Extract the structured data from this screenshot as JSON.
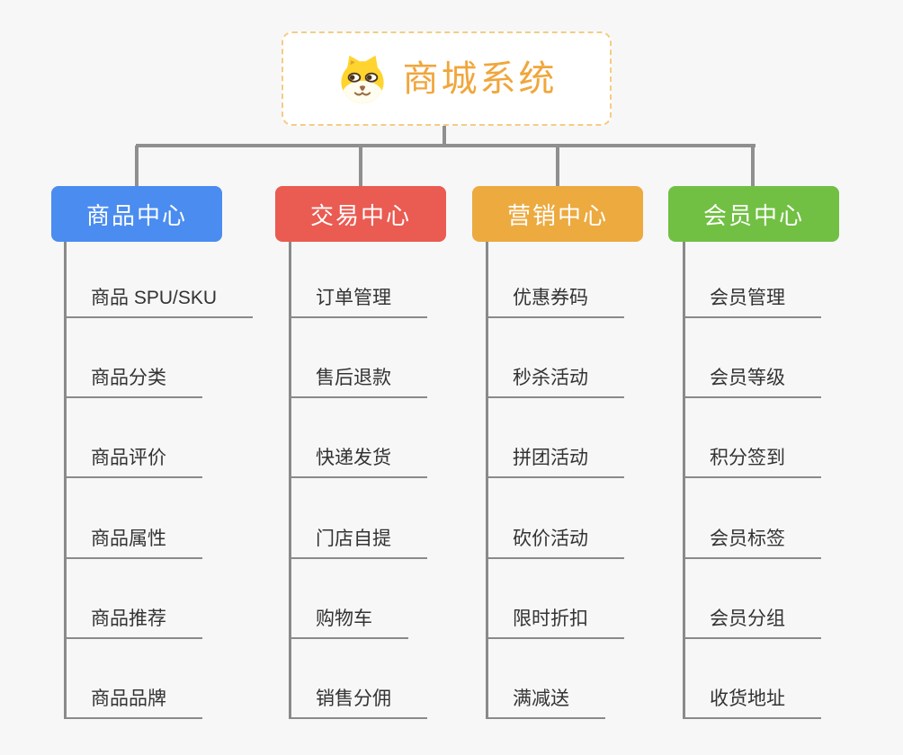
{
  "page": {
    "background_color": "#f7f7f7",
    "connector_color": "#8f8f8f",
    "child_text_color": "#333333"
  },
  "root": {
    "title": "商城系统",
    "icon": "dog-face-icon",
    "text_color": "#f0a63c",
    "border_color": "#f4cc83",
    "background_color": "#ffffff"
  },
  "branches": [
    {
      "label": "商品中心",
      "color": "#4a8cf0",
      "children": [
        "商品 SPU/SKU",
        "商品分类",
        "商品评价",
        "商品属性",
        "商品推荐",
        "商品品牌"
      ]
    },
    {
      "label": "交易中心",
      "color": "#ea5b52",
      "children": [
        "订单管理",
        "售后退款",
        "快递发货",
        "门店自提",
        "购物车",
        "销售分佣"
      ]
    },
    {
      "label": "营销中心",
      "color": "#ecaa3f",
      "children": [
        "优惠券码",
        "秒杀活动",
        "拼团活动",
        "砍价活动",
        "限时折扣",
        "满减送"
      ]
    },
    {
      "label": "会员中心",
      "color": "#72c043",
      "children": [
        "会员管理",
        "会员等级",
        "积分签到",
        "会员标签",
        "会员分组",
        "收货地址"
      ]
    }
  ]
}
